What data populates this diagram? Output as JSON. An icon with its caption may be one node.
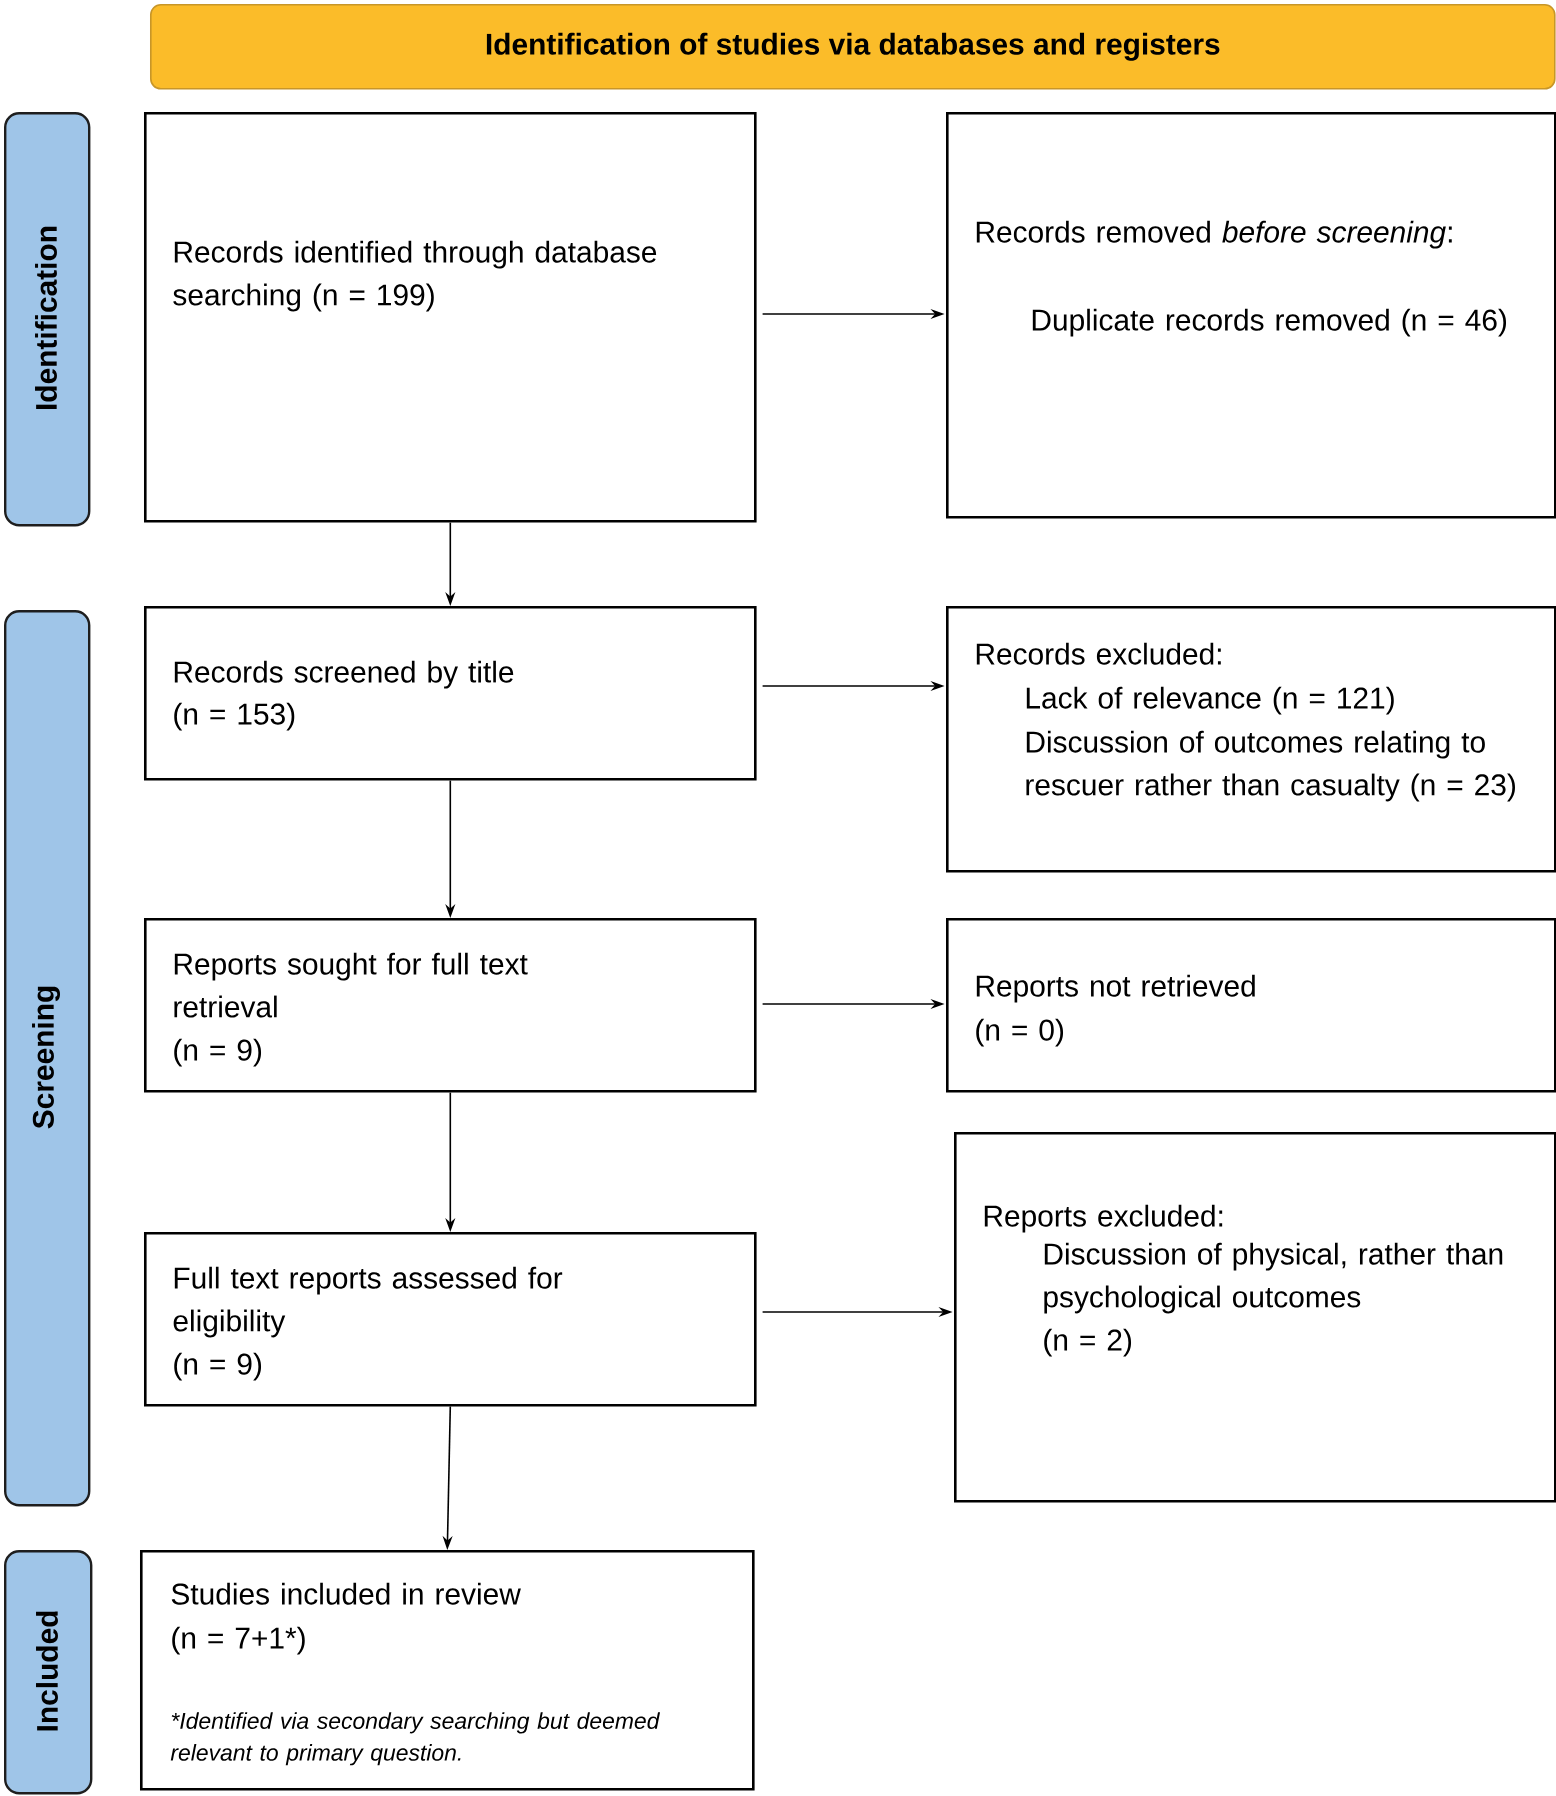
{
  "diagram": {
    "nodes": [
      {
        "text": [
          "Identification of studies via databases and registers"
        ]
      },
      {
        "text": [
          "Identification"
        ]
      },
      {
        "text": [
          "Screening"
        ]
      },
      {
        "text": [
          "Included"
        ]
      },
      {
        "text": [
          "Records identified through database searching (n = 199)"
        ]
      },
      {
        "text": [
          "Records removed *before screening*:",
          "Duplicate records removed (n = 46)"
        ]
      },
      {
        "text": [
          "Records screened by title",
          "(n = 153)"
        ]
      },
      {
        "text": [
          "Records excluded:",
          "Lack of relevance (n = 121)",
          "Discussion of outcomes relating to rescuer rather than casualty (n = 23)"
        ]
      },
      {
        "text": [
          "Reports sought for full text retrieval",
          "(n = 9)"
        ]
      },
      {
        "text": [
          "Reports not retrieved",
          "(n = 0)"
        ]
      },
      {
        "text": [
          "Full text reports assessed for eligibility",
          "(n = 9)"
        ]
      },
      {
        "text": [
          "Reports excluded:",
          "Discussion of physical, rather than psychological outcomes",
          "(n = 2)"
        ]
      },
      {
        "text": [
          "Studies included in review",
          "(n = 7+1*)",
          "*Identified via secondary searching but deemed relevant to primary question."
        ]
      }
    ],
    "edges": [
      {
        "from": 4,
        "to": 5,
        "arrow": "to"
      },
      {
        "from": 4,
        "to": 6,
        "arrow": "to"
      },
      {
        "from": 6,
        "to": 7,
        "arrow": "to"
      },
      {
        "from": 6,
        "to": 8,
        "arrow": "to"
      },
      {
        "from": 8,
        "to": 9,
        "arrow": "to"
      },
      {
        "from": 8,
        "to": 10,
        "arrow": "to"
      },
      {
        "from": 10,
        "to": 11,
        "arrow": "to"
      },
      {
        "from": 10,
        "to": 12,
        "arrow": "to"
      }
    ]
  }
}
